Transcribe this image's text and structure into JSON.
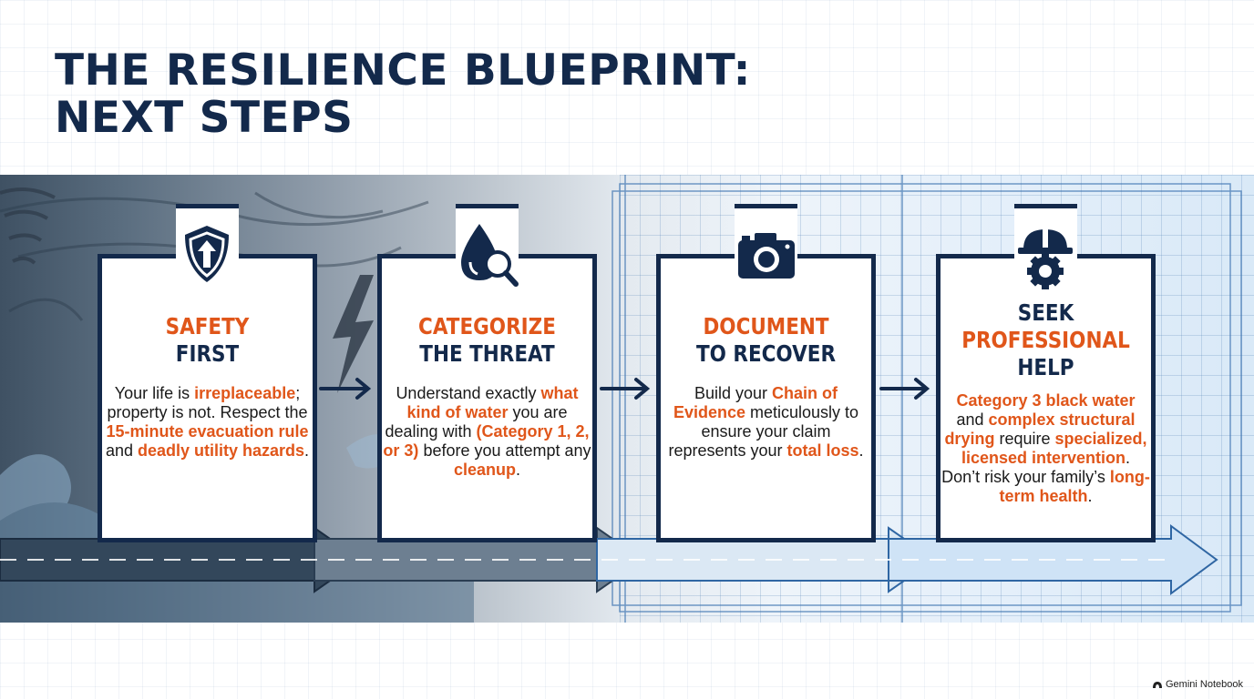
{
  "title": {
    "line1": "THE RESILIENCE BLUEPRINT:",
    "line2": "NEXT STEPS"
  },
  "steps": [
    {
      "icon": "shield-arrow-icon",
      "heading": [
        {
          "text": "SAFETY",
          "color": "orange"
        },
        {
          "text": "FIRST",
          "color": "navy"
        }
      ],
      "body": [
        {
          "t": "Your life is "
        },
        {
          "t": "irreplaceable",
          "hl": true
        },
        {
          "t": "; property is not. Respect the "
        },
        {
          "t": "15-minute evacuation rule",
          "hl": true
        },
        {
          "t": " and "
        },
        {
          "t": "deadly utility hazards",
          "hl": true
        },
        {
          "t": "."
        }
      ]
    },
    {
      "icon": "water-drop-magnifier-icon",
      "heading": [
        {
          "text": "CATEGORIZE",
          "color": "orange"
        },
        {
          "text": "THE THREAT",
          "color": "navy"
        }
      ],
      "body": [
        {
          "t": "Understand exactly "
        },
        {
          "t": "what kind of water",
          "hl": true
        },
        {
          "t": " you are dealing with "
        },
        {
          "t": "(Category 1, 2, or 3)",
          "hl": true
        },
        {
          "t": " before you attempt any "
        },
        {
          "t": "cleanup",
          "hl": true
        },
        {
          "t": "."
        }
      ]
    },
    {
      "icon": "camera-icon",
      "heading": [
        {
          "text": "DOCUMENT",
          "color": "orange"
        },
        {
          "text": "TO RECOVER",
          "color": "navy"
        }
      ],
      "body": [
        {
          "t": "Build your "
        },
        {
          "t": "Chain of Evidence",
          "hl": true
        },
        {
          "t": " meticulously to ensure your claim represents your "
        },
        {
          "t": "total loss",
          "hl": true
        },
        {
          "t": "."
        }
      ]
    },
    {
      "icon": "hardhat-gear-icon",
      "heading": [
        {
          "text": "SEEK",
          "color": "navy"
        },
        {
          "text": "PROFESSIONAL",
          "color": "orange"
        },
        {
          "text": "HELP",
          "color": "navy"
        }
      ],
      "body": [
        {
          "t": "Category 3 black water",
          "hl": true
        },
        {
          "t": " and "
        },
        {
          "t": "complex structural drying",
          "hl": true
        },
        {
          "t": " require "
        },
        {
          "t": "specialized, licensed intervention",
          "hl": true
        },
        {
          "t": ". Don’t risk your family’s "
        },
        {
          "t": "long-term health",
          "hl": true
        },
        {
          "t": "."
        }
      ]
    }
  ],
  "watermark": "Gemini Notebook",
  "colors": {
    "navy": "#13294b",
    "orange": "#e0561a"
  }
}
